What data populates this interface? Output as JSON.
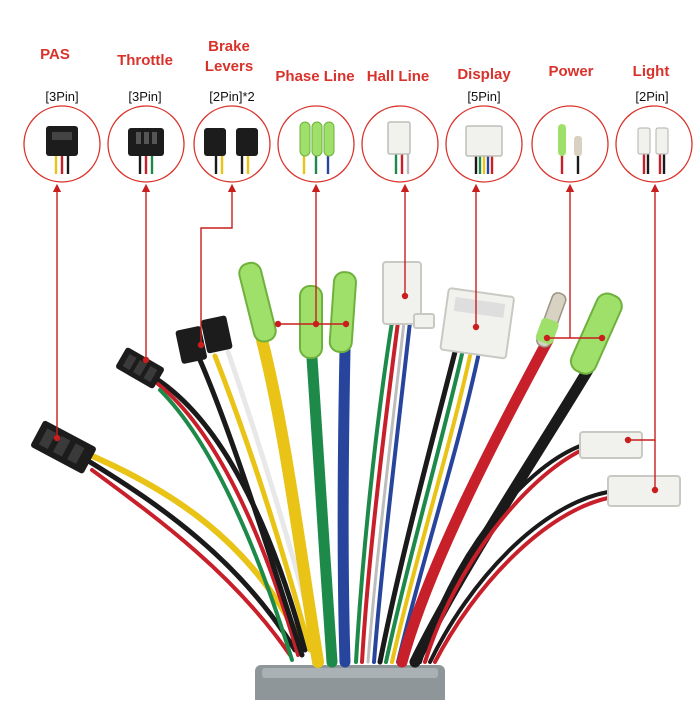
{
  "connectors": [
    {
      "name": "PAS",
      "pins": "[3Pin]"
    },
    {
      "name": "Throttle",
      "pins": "[3Pin]"
    },
    {
      "name": "Brake Levers",
      "pins": "[2Pin]*2"
    },
    {
      "name": "Phase Line",
      "pins": ""
    },
    {
      "name": "Hall Line",
      "pins": ""
    },
    {
      "name": "Display",
      "pins": "[5Pin]"
    },
    {
      "name": "Power",
      "pins": ""
    },
    {
      "name": "Light",
      "pins": "[2Pin]"
    }
  ],
  "colors": {
    "label_red": "#d9322b",
    "circle_outline": "#d9322b",
    "arrow": "#c81e1e",
    "wire_yellow": "#e9c316",
    "wire_green": "#1e8a4a",
    "wire_blue": "#27459c",
    "wire_red": "#c8202a",
    "wire_black": "#1a1a1a",
    "wire_white": "#e8e8e8",
    "connector_green": "#9fe06a",
    "connector_white": "#f1f1ee",
    "connector_black": "#1c1c1c"
  }
}
